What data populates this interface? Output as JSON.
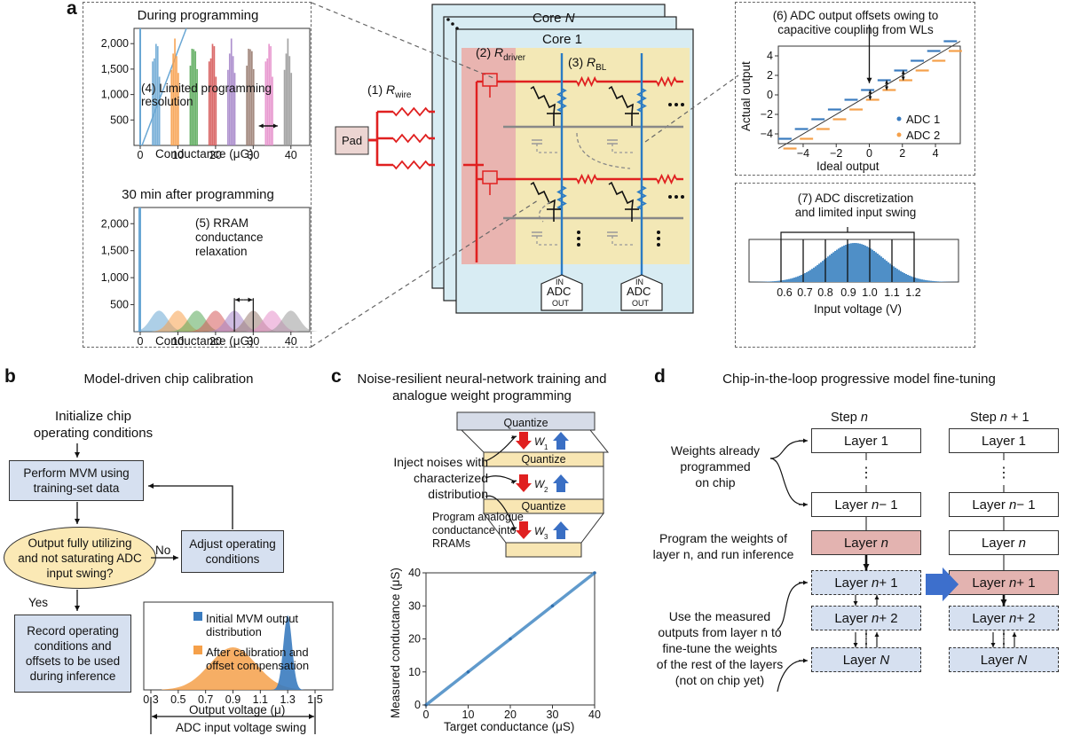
{
  "panel_labels": {
    "a": "a",
    "b": "b",
    "c": "c",
    "d": "d"
  },
  "colors": {
    "blue": "#3a7bbf",
    "orange": "#f5a04a",
    "red": "#e02020",
    "core_bg": "#d8ecf3",
    "driver_bg": "#e9b4b0",
    "array_bg": "#f3e8b6",
    "box_blue": "#d6e0f0",
    "layer_pink": "#e3b3b0"
  },
  "a": {
    "hist1": {
      "title": "During programming",
      "note": "(4) Limited programming\nresolution",
      "xlabel": "Conductance (μG)",
      "xticks": [
        "0",
        "10",
        "20",
        "30",
        "40"
      ],
      "yticks": [
        "500",
        "1,000",
        "1,500",
        "2,000"
      ]
    },
    "hist2": {
      "title": "30 min after programming",
      "note": "(5) RRAM\nconductance\nrelaxation",
      "xlabel": "Conductance (μG)",
      "xticks": [
        "0",
        "10",
        "20",
        "30",
        "40"
      ],
      "yticks": [
        "500",
        "1,000",
        "1,500",
        "2,000"
      ]
    },
    "circuit": {
      "core_n_prefix": "Core ",
      "core_n_var": "N",
      "core_1": "Core 1",
      "pad": "Pad",
      "rwire_prefix": "(1) ",
      "rwire_sub": "wire",
      "rdriver_prefix": "(2) ",
      "rdriver_sub": "driver",
      "rbl_prefix": "(3) ",
      "rbl_sub": "BL",
      "r_symbol": "R",
      "adc_in": "IN",
      "adc_mid": "ADC",
      "adc_out": "OUT",
      "dots": "• • •"
    },
    "adc_plot": {
      "title": "(6) ADC output offsets owing to\ncapacitive coupling from WLs",
      "xlabel": "Ideal output",
      "ylabel": "Actual output",
      "xticks": [
        "−4",
        "−2",
        "0",
        "2",
        "4"
      ],
      "yticks": [
        "−4",
        "−2",
        "0",
        "2",
        "4"
      ],
      "legend": [
        "ADC 1",
        "ADC 2"
      ]
    },
    "input_plot": {
      "title": "(7) ADC discretization\nand limited input swing",
      "xlabel": "Input voltage (V)",
      "xticks": [
        "0.6",
        "0.7",
        "0.8",
        "0.9",
        "1.0",
        "1.1",
        "1.2"
      ]
    }
  },
  "b": {
    "title": "Model-driven chip calibration",
    "init": "Initialize chip\noperating conditions",
    "mvm": "Perform MVM using\ntraining-set data",
    "question": "Output fully utilizing\nand not saturating ADC\ninput swing?",
    "no": "No",
    "yes": "Yes",
    "adjust": "Adjust operating\nconditions",
    "record": "Record operating\nconditions and\noffsets to be used\nduring inference",
    "legend": [
      "Initial MVM output\ndistribution",
      "After calibration and\noffset compensation"
    ],
    "xlabel": "Output voltage (μ)",
    "xticks": [
      "0.3",
      "0.5",
      "0.7",
      "0.9",
      "1.1",
      "1.3",
      "1.5"
    ],
    "swing": "ADC input voltage swing"
  },
  "c": {
    "title": "Noise-resilient neural-network training and\nanalogue weight programming",
    "quantize": "Quantize",
    "weights": [
      "W",
      "W",
      "W"
    ],
    "weight_subs": [
      "1",
      "2",
      "3"
    ],
    "inject": "Inject noises with\ncharacterized\ndistribution",
    "plot_note": "Program analogue\nconductance into\nRRAMs",
    "xlabel": "Target conductance (μS)",
    "ylabel": "Measured conductance (μS)",
    "xticks": [
      "0",
      "10",
      "20",
      "30",
      "40"
    ],
    "yticks": [
      "0",
      "10",
      "20",
      "30",
      "40"
    ],
    "chart_data": {
      "type": "scatter",
      "title": "",
      "xlabel": "Target conductance (μS)",
      "ylabel": "Measured conductance (μS)",
      "xlim": [
        0,
        40
      ],
      "ylim": [
        0,
        40
      ],
      "x": [
        0,
        10,
        20,
        30,
        40
      ],
      "y": [
        0,
        10,
        20,
        30,
        40
      ]
    }
  },
  "d": {
    "title": "Chip-in-the-loop progressive model fine-tuning",
    "step_n": "Step n",
    "step_n1": "Step n + 1",
    "already": "Weights already\nprogrammed\non chip",
    "program": "Program the weights of\nlayer n, and run inference",
    "use": "Use the measured\noutputs from layer n to\nfine-tune the weights\nof the rest of the layers\n(not on chip yet)",
    "layers_n": [
      "Layer 1",
      "Layer n − 1",
      "Layer n",
      "Layer n + 1",
      "Layer n + 2",
      "Layer N"
    ],
    "layers_n1": [
      "Layer 1",
      "Layer n − 1",
      "Layer n",
      "Layer n + 1",
      "Layer n + 2",
      "Layer N"
    ],
    "vdots": "⋮"
  }
}
